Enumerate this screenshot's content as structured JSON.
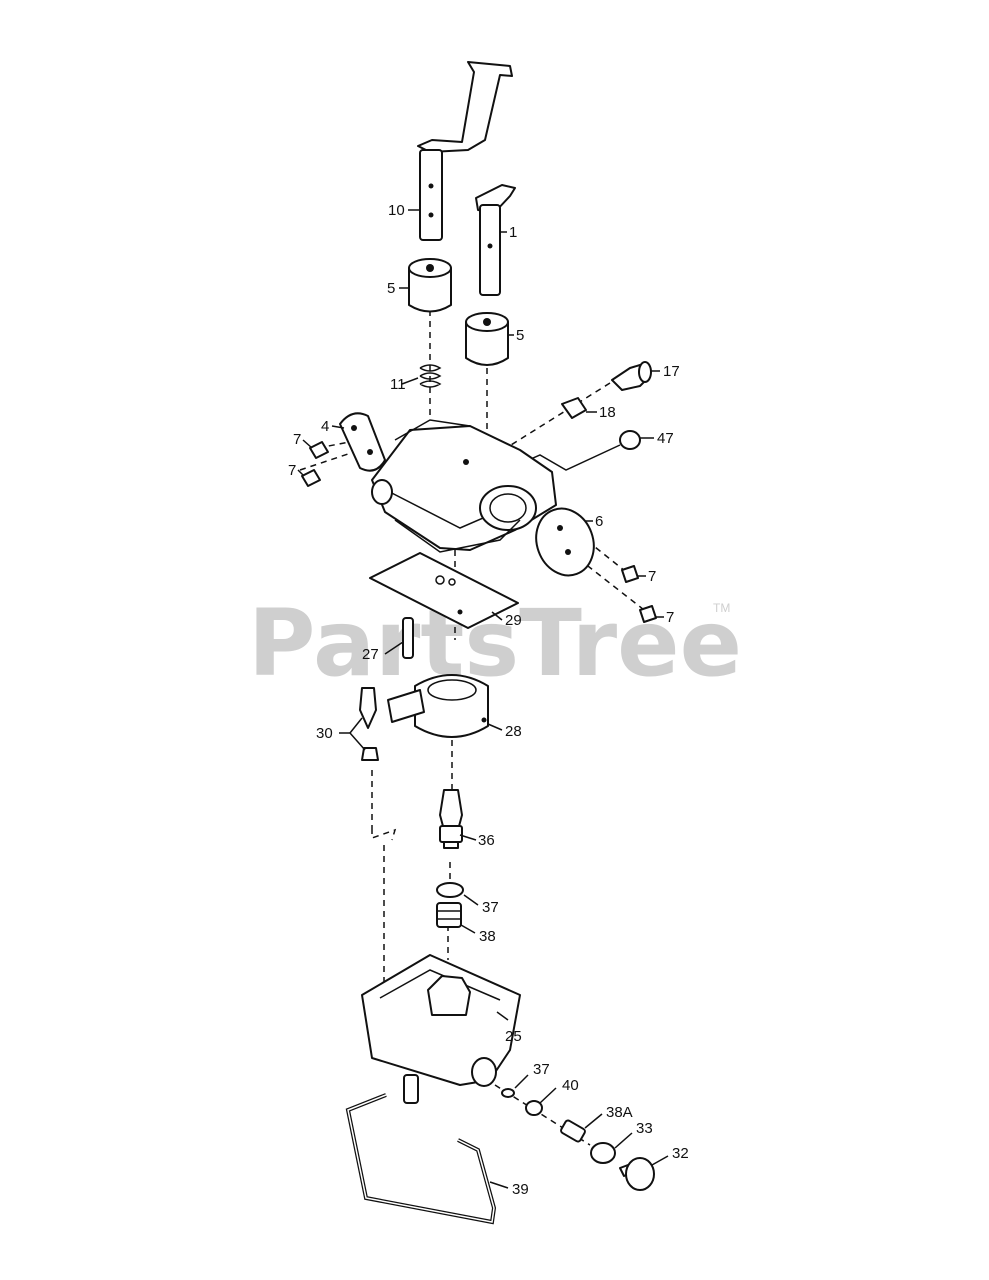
{
  "watermark": {
    "brand": "PartsTree",
    "tm": "TM"
  },
  "callouts": {
    "c10": "10",
    "c1": "1",
    "c5a": "5",
    "c5b": "5",
    "c11": "11",
    "c17": "17",
    "c18": "18",
    "c47": "47",
    "c4": "4",
    "c7a": "7",
    "c7b": "7",
    "c6": "6",
    "c7c": "7",
    "c7d": "7",
    "c29": "29",
    "c27": "27",
    "c28": "28",
    "c30": "30",
    "c36": "36",
    "c37a": "37",
    "c38": "38",
    "c25": "25",
    "c37b": "37",
    "c40": "40",
    "c38a": "38A",
    "c33": "33",
    "c32": "32",
    "c39": "39"
  }
}
